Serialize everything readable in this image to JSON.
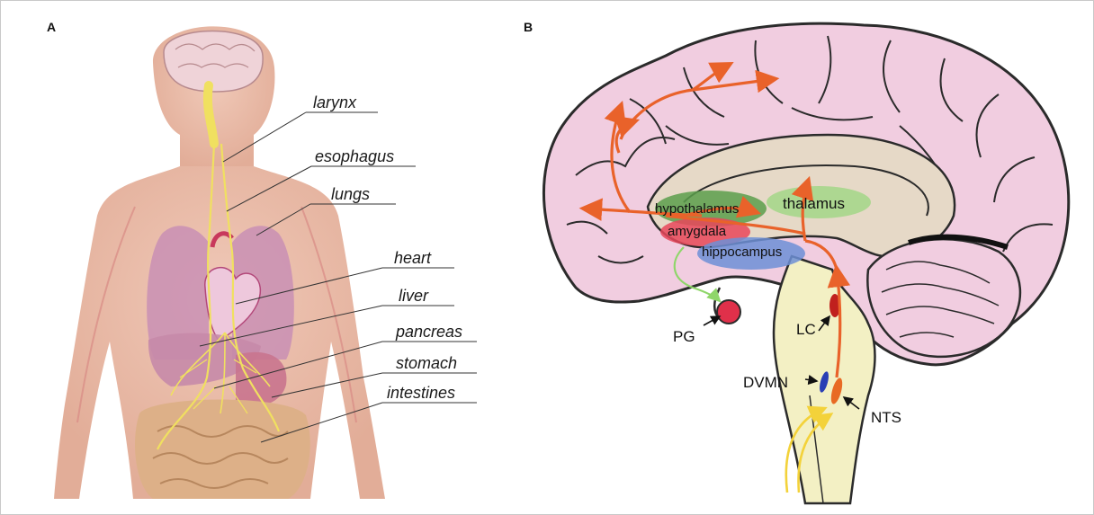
{
  "panel_a": {
    "letter": "A",
    "labels": {
      "larynx": "larynx",
      "esophagus": "esophagus",
      "lungs": "lungs",
      "heart": "heart",
      "liver": "liver",
      "pancreas": "pancreas",
      "stomach": "stomach",
      "intestines": "intestines"
    }
  },
  "panel_b": {
    "letter": "B",
    "labels": {
      "hypothalamus": "hypothalamus",
      "thalamus": "thalamus",
      "amygdala": "amygdala",
      "hippocampus": "hippocampus",
      "pg": "PG",
      "lc": "LC",
      "dvmn": "DVMN",
      "nts": "NTS"
    }
  },
  "colors": {
    "skin": "#e9bfae",
    "brain": "#f1cde0",
    "brain_outline": "#2b2b2b",
    "deep_structure": "#e6d9c7",
    "brainstem": "#f3f0c4",
    "nerve": "#f0e060",
    "pathway_orange": "#e9622a",
    "hypothalamus": "#5b9e4b",
    "thalamus": "#a6d68b",
    "amygdala": "#e8475a",
    "hippocampus": "#6d8fd6",
    "pg": "#e0304a",
    "lc": "#c0201e",
    "dvmn": "#2a3fb5",
    "nts": "#e86a24"
  }
}
